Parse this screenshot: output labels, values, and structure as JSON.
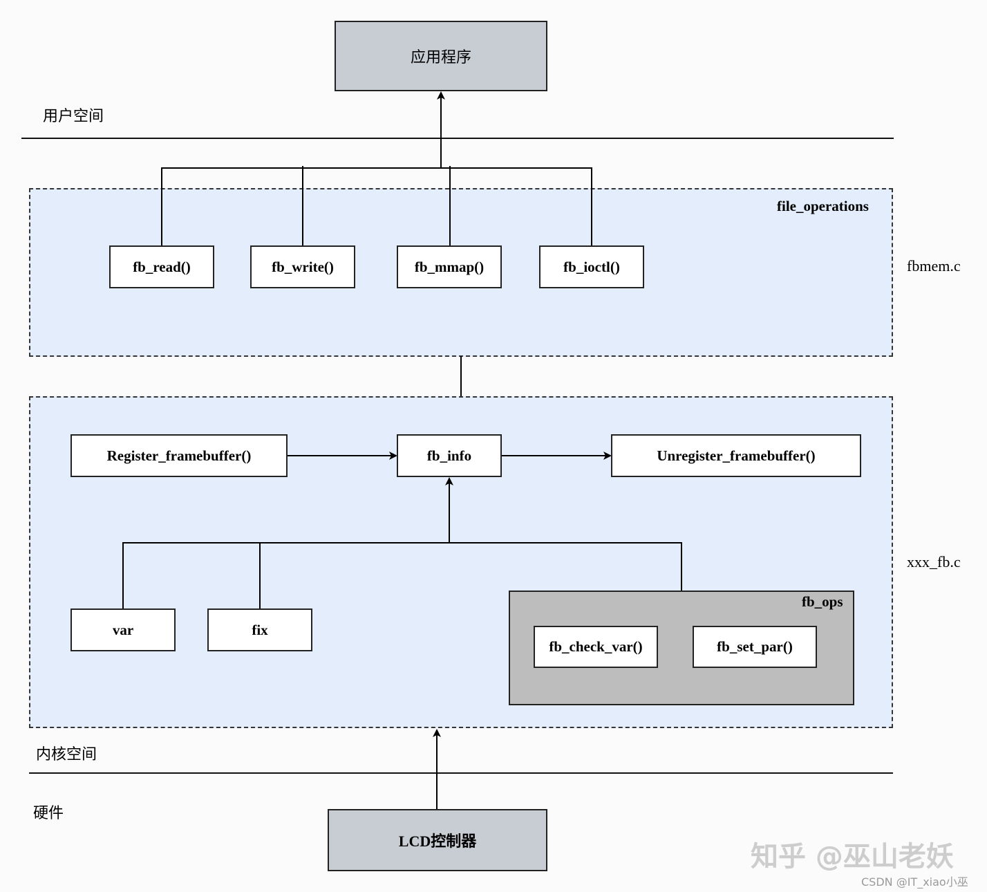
{
  "top_app": {
    "label": "应用程序"
  },
  "layers": {
    "user_space": "用户空间",
    "kernel_space": "内核空间",
    "hardware": "硬件"
  },
  "file_ops_region": {
    "title": "file_operations",
    "side_label": "fbmem.c",
    "funcs": [
      "fb_read()",
      "fb_write()",
      "fb_mmap()",
      "fb_ioctl()"
    ]
  },
  "driver_region": {
    "side_label": "xxx_fb.c",
    "register": "Register_framebuffer()",
    "fb_info": "fb_info",
    "unregister": "Unregister_framebuffer()",
    "var": "var",
    "fix": "fix",
    "fb_ops": {
      "title": "fb_ops",
      "check_var": "fb_check_var()",
      "set_par": "fb_set_par()"
    }
  },
  "hardware_box": {
    "label": "LCD控制器"
  },
  "watermark": {
    "main": "知乎 @巫山老妖",
    "credit": "CSDN @IT_xiao小巫"
  }
}
